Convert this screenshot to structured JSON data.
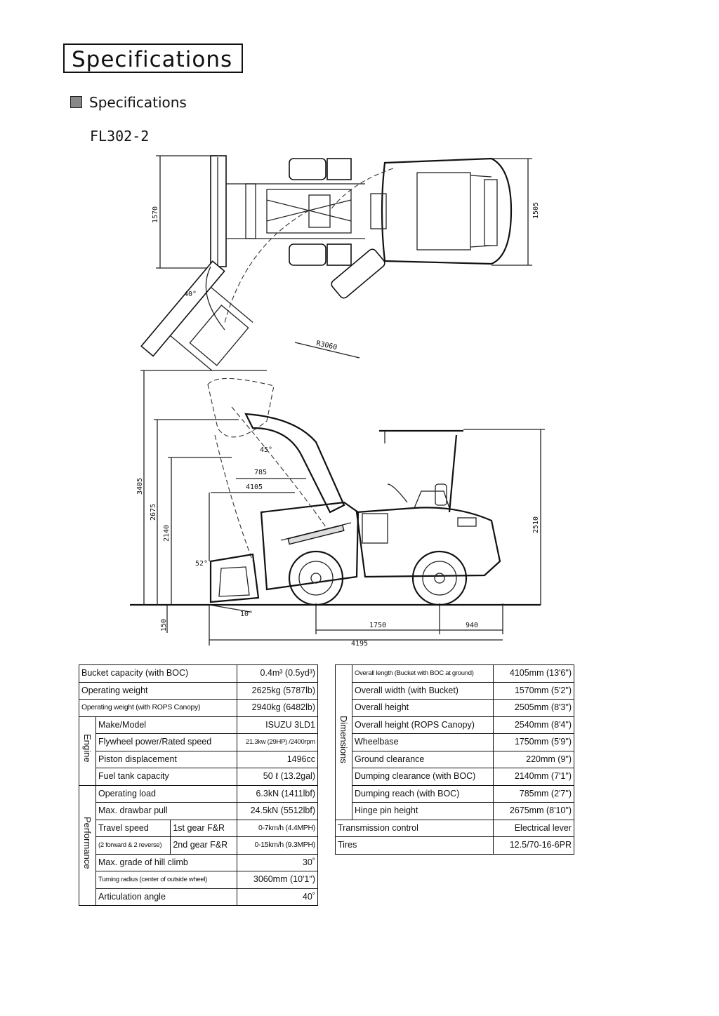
{
  "page": {
    "title": "Specifications",
    "section": "Specifications",
    "model": "FL302-2"
  },
  "top_view_dims": {
    "width_bucket": "1570",
    "width_body": "1505",
    "angle": "40°",
    "radius": "R3060"
  },
  "side_view_dims": {
    "h_3405": "3405",
    "h_2675": "2675",
    "h_2140": "2140",
    "h_2510": "2510",
    "d_785": "785",
    "d_4105": "4105",
    "a_45": "45°",
    "a_52": "52°",
    "a_10": "10°",
    "h_150": "150",
    "wb_1750": "1750",
    "d_940": "940",
    "total_4195": "4195"
  },
  "left_table": {
    "r1": {
      "label": "Bucket capacity (with BOC)",
      "value": "0.4m³ (0.5yd³)"
    },
    "r2": {
      "label": "Operating weight",
      "value": "2625kg (5787lb)"
    },
    "r3": {
      "label": "Operating weight (with ROPS Canopy)",
      "value": "2940kg (6482lb)"
    },
    "engine_group": "Engine",
    "e1": {
      "label": "Make/Model",
      "value": "ISUZU 3LD1"
    },
    "e2": {
      "label": "Flywheel power/Rated speed",
      "value": "21.3kw (29HP) /2400rpm"
    },
    "e3": {
      "label": "Piston displacement",
      "value": "1496cc"
    },
    "e4": {
      "label": "Fuel tank capacity",
      "value": "50 ℓ (13.2gal)"
    },
    "perf_group": "Performance",
    "p1": {
      "label": "Operating load",
      "value": "6.3kN (1411lbf)"
    },
    "p2": {
      "label": "Max. drawbar pull",
      "value": "24.5kN (5512lbf)"
    },
    "p3": {
      "label": "Travel speed",
      "sub": "1st gear F&R",
      "value": "0-7km/h (4.4MPH)"
    },
    "p4": {
      "label": "(2 forward & 2 reverse)",
      "sub": "2nd gear F&R",
      "value": "0-15km/h (9.3MPH)"
    },
    "p5": {
      "label": "Max. grade of hill climb",
      "value": "30˚"
    },
    "p6": {
      "label": "Turning radius (center of outside wheel)",
      "value": "3060mm (10'1\")"
    },
    "p7": {
      "label": "Articulation angle",
      "value": "40˚"
    }
  },
  "right_table": {
    "dim_group": "Dimensions",
    "d1": {
      "label": "Overall length (Bucket with BOC at ground)",
      "value": "4105mm (13'6\")"
    },
    "d2": {
      "label": "Overall width (with Bucket)",
      "value": "1570mm (5'2\")"
    },
    "d3": {
      "label": "Overall height",
      "value": "2505mm (8'3\")"
    },
    "d4": {
      "label": "Overall height (ROPS Canopy)",
      "value": "2540mm (8'4\")"
    },
    "d5": {
      "label": "Wheelbase",
      "value": "1750mm (5'9\")"
    },
    "d6": {
      "label": "Ground clearance",
      "value": "220mm (9\")"
    },
    "d7": {
      "label": "Dumping clearance (with BOC)",
      "value": "2140mm (7'1\")"
    },
    "d8": {
      "label": "Dumping reach (with BOC)",
      "value": "785mm (2'7\")"
    },
    "d9": {
      "label": "Hinge pin height",
      "value": "2675mm (8'10\")"
    },
    "t1": {
      "label": "Transmission control",
      "value": "Electrical lever"
    },
    "t2": {
      "label": "Tires",
      "value": "12.5/70-16-6PR"
    }
  }
}
